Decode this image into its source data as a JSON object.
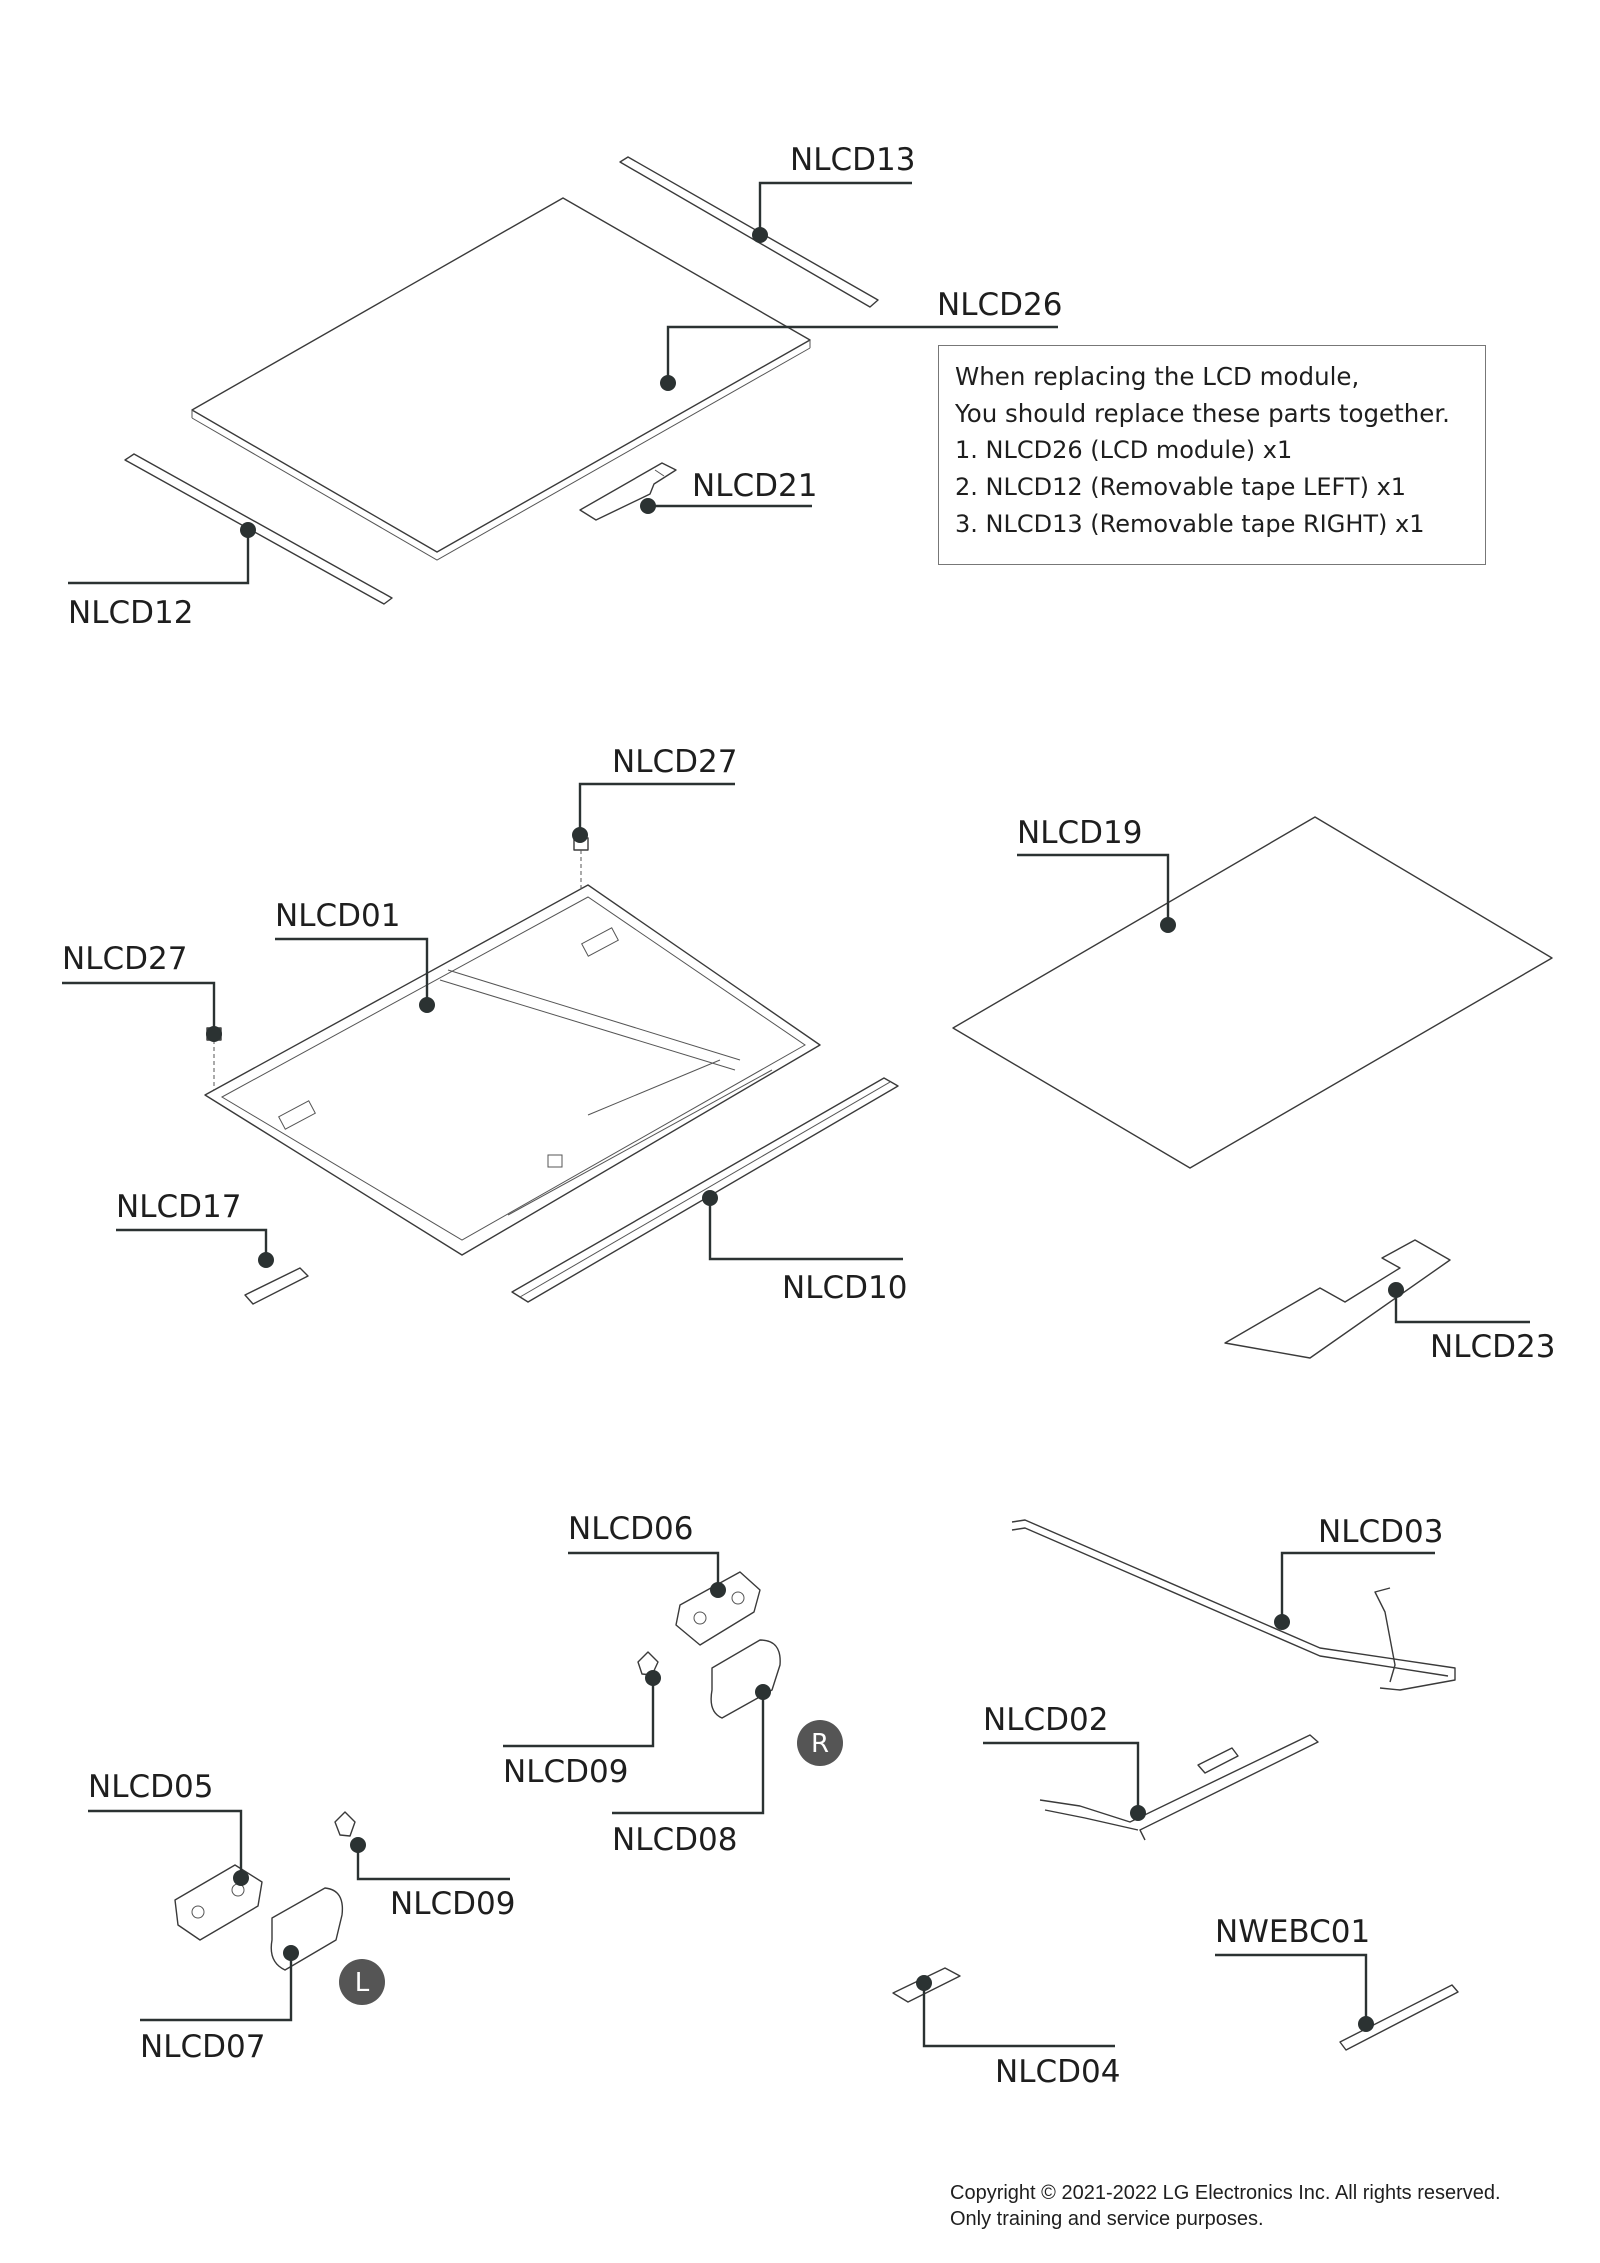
{
  "callouts": {
    "nlcd13": "NLCD13",
    "nlcd26": "NLCD26",
    "nlcd21": "NLCD21",
    "nlcd12": "NLCD12",
    "nlcd27_top": "NLCD27",
    "nlcd27_left": "NLCD27",
    "nlcd01": "NLCD01",
    "nlcd19": "NLCD19",
    "nlcd17": "NLCD17",
    "nlcd10": "NLCD10",
    "nlcd23": "NLCD23",
    "nlcd06": "NLCD06",
    "nlcd03": "NLCD03",
    "nlcd09_right": "NLCD09",
    "nlcd08": "NLCD08",
    "nlcd02": "NLCD02",
    "nlcd05": "NLCD05",
    "nlcd09_left": "NLCD09",
    "nlcd07": "NLCD07",
    "nwebc01": "NWEBC01",
    "nlcd04": "NLCD04"
  },
  "side_badges": {
    "right": "R",
    "left": "L"
  },
  "note": {
    "line1": "When replacing the LCD module,",
    "line2": "You should replace these parts together.",
    "items": [
      "1. NLCD26 (LCD module) x1",
      "2. NLCD12 (Removable tape LEFT) x1",
      "3. NLCD13 (Removable tape RIGHT) x1"
    ]
  },
  "footer": {
    "copyright": "Copyright © 2021-2022 LG Electronics Inc. All rights reserved.",
    "usage": "Only training and service purposes."
  },
  "colors": {
    "leader": "#2b3232",
    "badge": "#555555",
    "line_art": "#3a3a3a"
  }
}
